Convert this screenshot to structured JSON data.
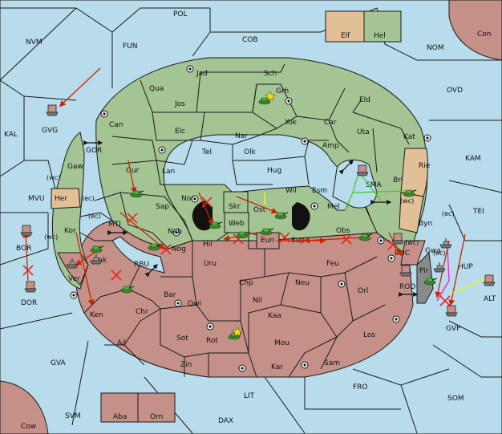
{
  "colors": {
    "sea": "#b8dcec",
    "green_power": "#a4c494",
    "red_power": "#c49088",
    "neutral_land": "#e3bf98",
    "order_move": "#cc2200",
    "order_support_green": "#44cc22",
    "order_support_yellow": "#eeee22",
    "order_magenta": "#dd22cc"
  },
  "sea_labels": {
    "pol": "POL",
    "cob": "COB",
    "nvm": "NVM",
    "fun": "FUN",
    "nom": "NOM",
    "con": "Con",
    "ovd": "OVD",
    "kal": "KAL",
    "gvg": "GVG",
    "gor": "GOR",
    "kam": "KAM",
    "mvu": "MVU",
    "sma": "SMA",
    "tei": "TEI",
    "mti": "MTI",
    "rbu": "RBU",
    "bor": "BOR",
    "dor": "DOR",
    "buc": "BUC",
    "hup": "HUP",
    "rod": "ROD",
    "alt": "ALT",
    "gvp": "GVP",
    "gva": "GVA",
    "lit": "LIT",
    "fro": "FRO",
    "som": "SOM",
    "svm": "SVM",
    "dax": "DAX",
    "cow": "Cow"
  },
  "land_labels": {
    "elf": "Elf",
    "hel": "Hel",
    "jad": "Jad",
    "sch": "Sch",
    "qua": "Qua",
    "grh": "Grh",
    "jos": "Jos",
    "eld": "Eld",
    "can": "Can",
    "yok": "Yok",
    "car": "Car",
    "elc": "Elc",
    "nar": "Nar",
    "uta": "Uta",
    "kat": "Kat",
    "tel": "Tel",
    "olk": "Olk",
    "amp": "Amp",
    "gaw": "Gaw",
    "gur": "Gur",
    "lan": "Lan",
    "hug": "Hug",
    "rie": "Rie",
    "bri": "Bri",
    "her": "Her",
    "nor": "Nor",
    "skr": "Skr",
    "wil": "Wil",
    "esm": "Esm",
    "sap": "Sap",
    "ost": "Ost",
    "mel": "Mel",
    "web": "Web",
    "byn": "Byn",
    "kor": "Kor",
    "nab": "Nab",
    "eun": "Eun",
    "sup": "Sup",
    "obs": "Obs",
    "gwa": "Gwa",
    "ank": "Ank",
    "hil": "Hil",
    "nog": "Nog",
    "uru": "Uru",
    "feu": "Feu",
    "pir": "Pir",
    "ver": "Ver",
    "chp": "Chp",
    "neu": "Neu",
    "orl": "Orl",
    "bar": "Bar",
    "nil": "Nil",
    "qwi": "Qwi",
    "ken": "Ken",
    "chr": "Chr",
    "kaa": "Kaa",
    "los": "Los",
    "ail": "Ail",
    "sot": "Sot",
    "rot": "Rot",
    "mou": "Mou",
    "zin": "Zin",
    "kar": "Kar",
    "sam": "Sam",
    "aba": "Aba",
    "orn": "Orn"
  },
  "coast_tags": {
    "wc1": "(wc)",
    "ec1": "(ec)",
    "ec2": "(ec)",
    "wc2": "(wc)",
    "wc3": "(wc)",
    "ec3": "(ec)",
    "wc4": "(wc)",
    "ec4": "(ec)"
  }
}
